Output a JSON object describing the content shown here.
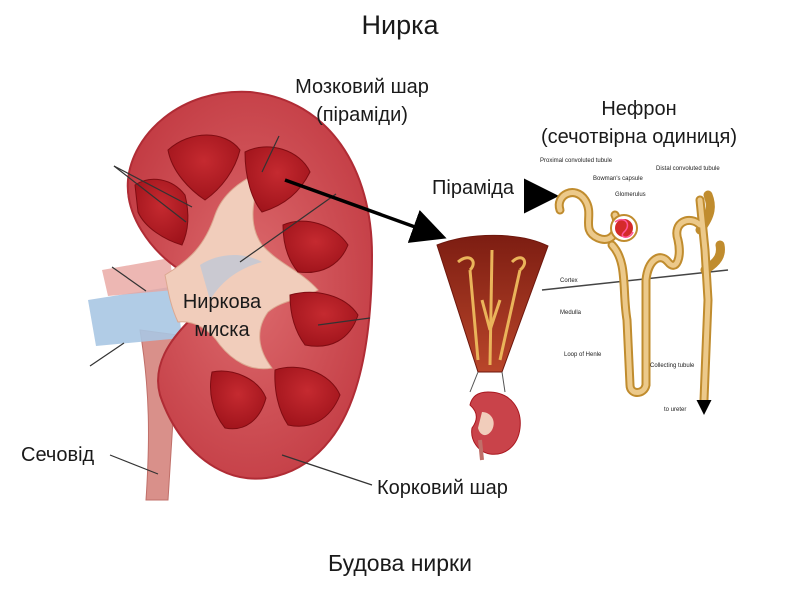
{
  "title": "Нирка",
  "caption": "Будова нирки",
  "labels": {
    "medulla_line1": "Мозковий шар",
    "medulla_line2": "(піраміди)",
    "nephron_line1": "Нефрон",
    "nephron_line2": "(сечотвірна одиниця)",
    "pyramid": "Піраміда",
    "pelvis_line1": "Ниркова",
    "pelvis_line2": "миска",
    "ureter": "Сечовід",
    "cortex": "Корковий шар"
  },
  "nephron_small_labels": {
    "proximal": "Proximal convoluted tubule",
    "bowmans": "Bowman's capsule",
    "glomerulus": "Glomerulus",
    "distal": "Distal convoluted tubule",
    "cortex": "Cortex",
    "medulla": "Medulla",
    "loop": "Loop of Henle",
    "collecting": "Collecting tubule",
    "to_ureter": "to ureter"
  },
  "colors": {
    "cortex": "#c9434a",
    "pyramid": "#a8161e",
    "pelvis": "#f1cdbb",
    "vessel_blue": "#a9c7e3",
    "tubule": "#e7b65a"
  }
}
